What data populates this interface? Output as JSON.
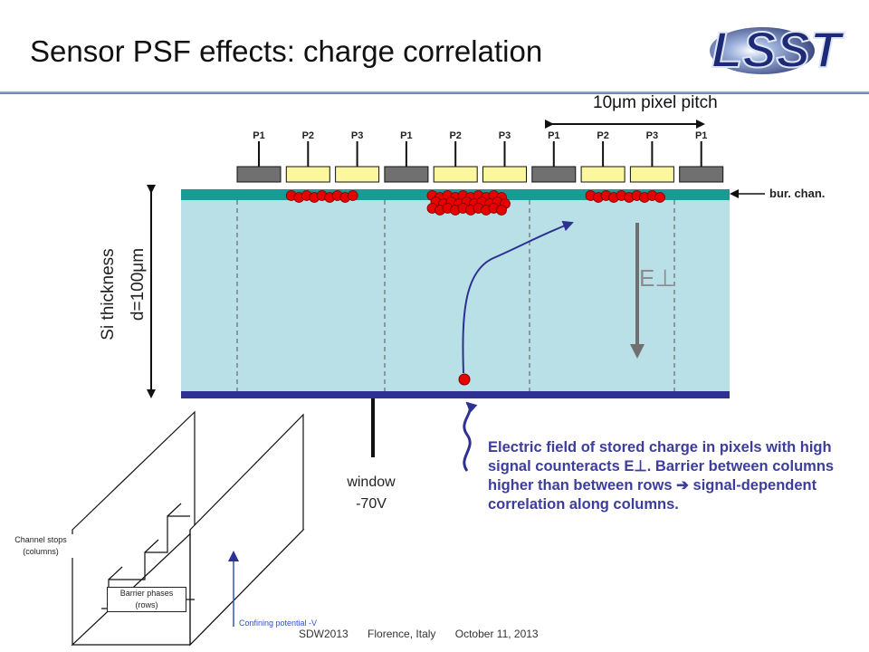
{
  "slide": {
    "title": "Sensor PSF effects: charge correlation",
    "logo_text": "LSST"
  },
  "diagram": {
    "pitch_label": "10μm  pixel pitch",
    "channel_label": "bur. chan.",
    "thickness_label_line1": "Si thickness",
    "thickness_label_line2": "d=100μm",
    "field_label": "E⊥",
    "window_label_line1": "window",
    "window_label_line2": "-70V",
    "phases": [
      "P1",
      "P2",
      "P3",
      "P1",
      "P2",
      "P3",
      "P1",
      "P2",
      "P3",
      "P1"
    ],
    "colors": {
      "silicon": "#b8e0e6",
      "buried_channel": "#1a9a94",
      "window_layer": "#2e3192",
      "gate_dark": "#707070",
      "gate_light": "#fbf79e",
      "charge": "#e60000",
      "path": "#2e3192",
      "callout_text": "#3d3d9c"
    }
  },
  "callout": {
    "text": "Electric field of stored charge in pixels with high signal counteracts E⊥. Barrier between columns higher than between rows ➔ signal-dependent correlation along columns."
  },
  "inset": {
    "channel_stops_line1": "Channel stops",
    "channel_stops_line2": "(columns)",
    "barrier_line1": "Barrier phases",
    "barrier_line2": "(rows)",
    "potential_label": "Confining potential -V"
  },
  "footer": {
    "conference": "SDW2013",
    "location": "Florence, Italy",
    "date": "October 11, 2013"
  }
}
